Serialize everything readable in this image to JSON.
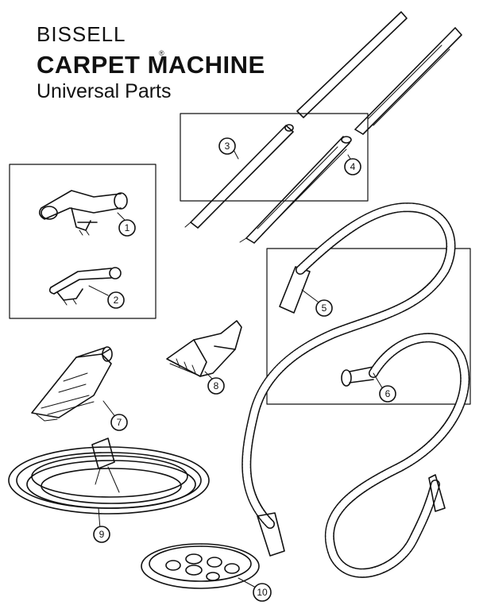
{
  "header": {
    "brand": "BISSELL",
    "registered_mark": "®",
    "title": "CARPET MACHINE",
    "subtitle": "Universal Parts"
  },
  "callouts": [
    {
      "id": "part-1",
      "label": "1"
    },
    {
      "id": "part-2",
      "label": "2"
    },
    {
      "id": "part-3",
      "label": "3"
    },
    {
      "id": "part-4",
      "label": "4"
    },
    {
      "id": "part-5",
      "label": "5"
    },
    {
      "id": "part-6",
      "label": "6"
    },
    {
      "id": "part-7",
      "label": "7"
    },
    {
      "id": "part-8",
      "label": "8"
    },
    {
      "id": "part-9",
      "label": "9"
    },
    {
      "id": "part-10",
      "label": "10"
    }
  ]
}
